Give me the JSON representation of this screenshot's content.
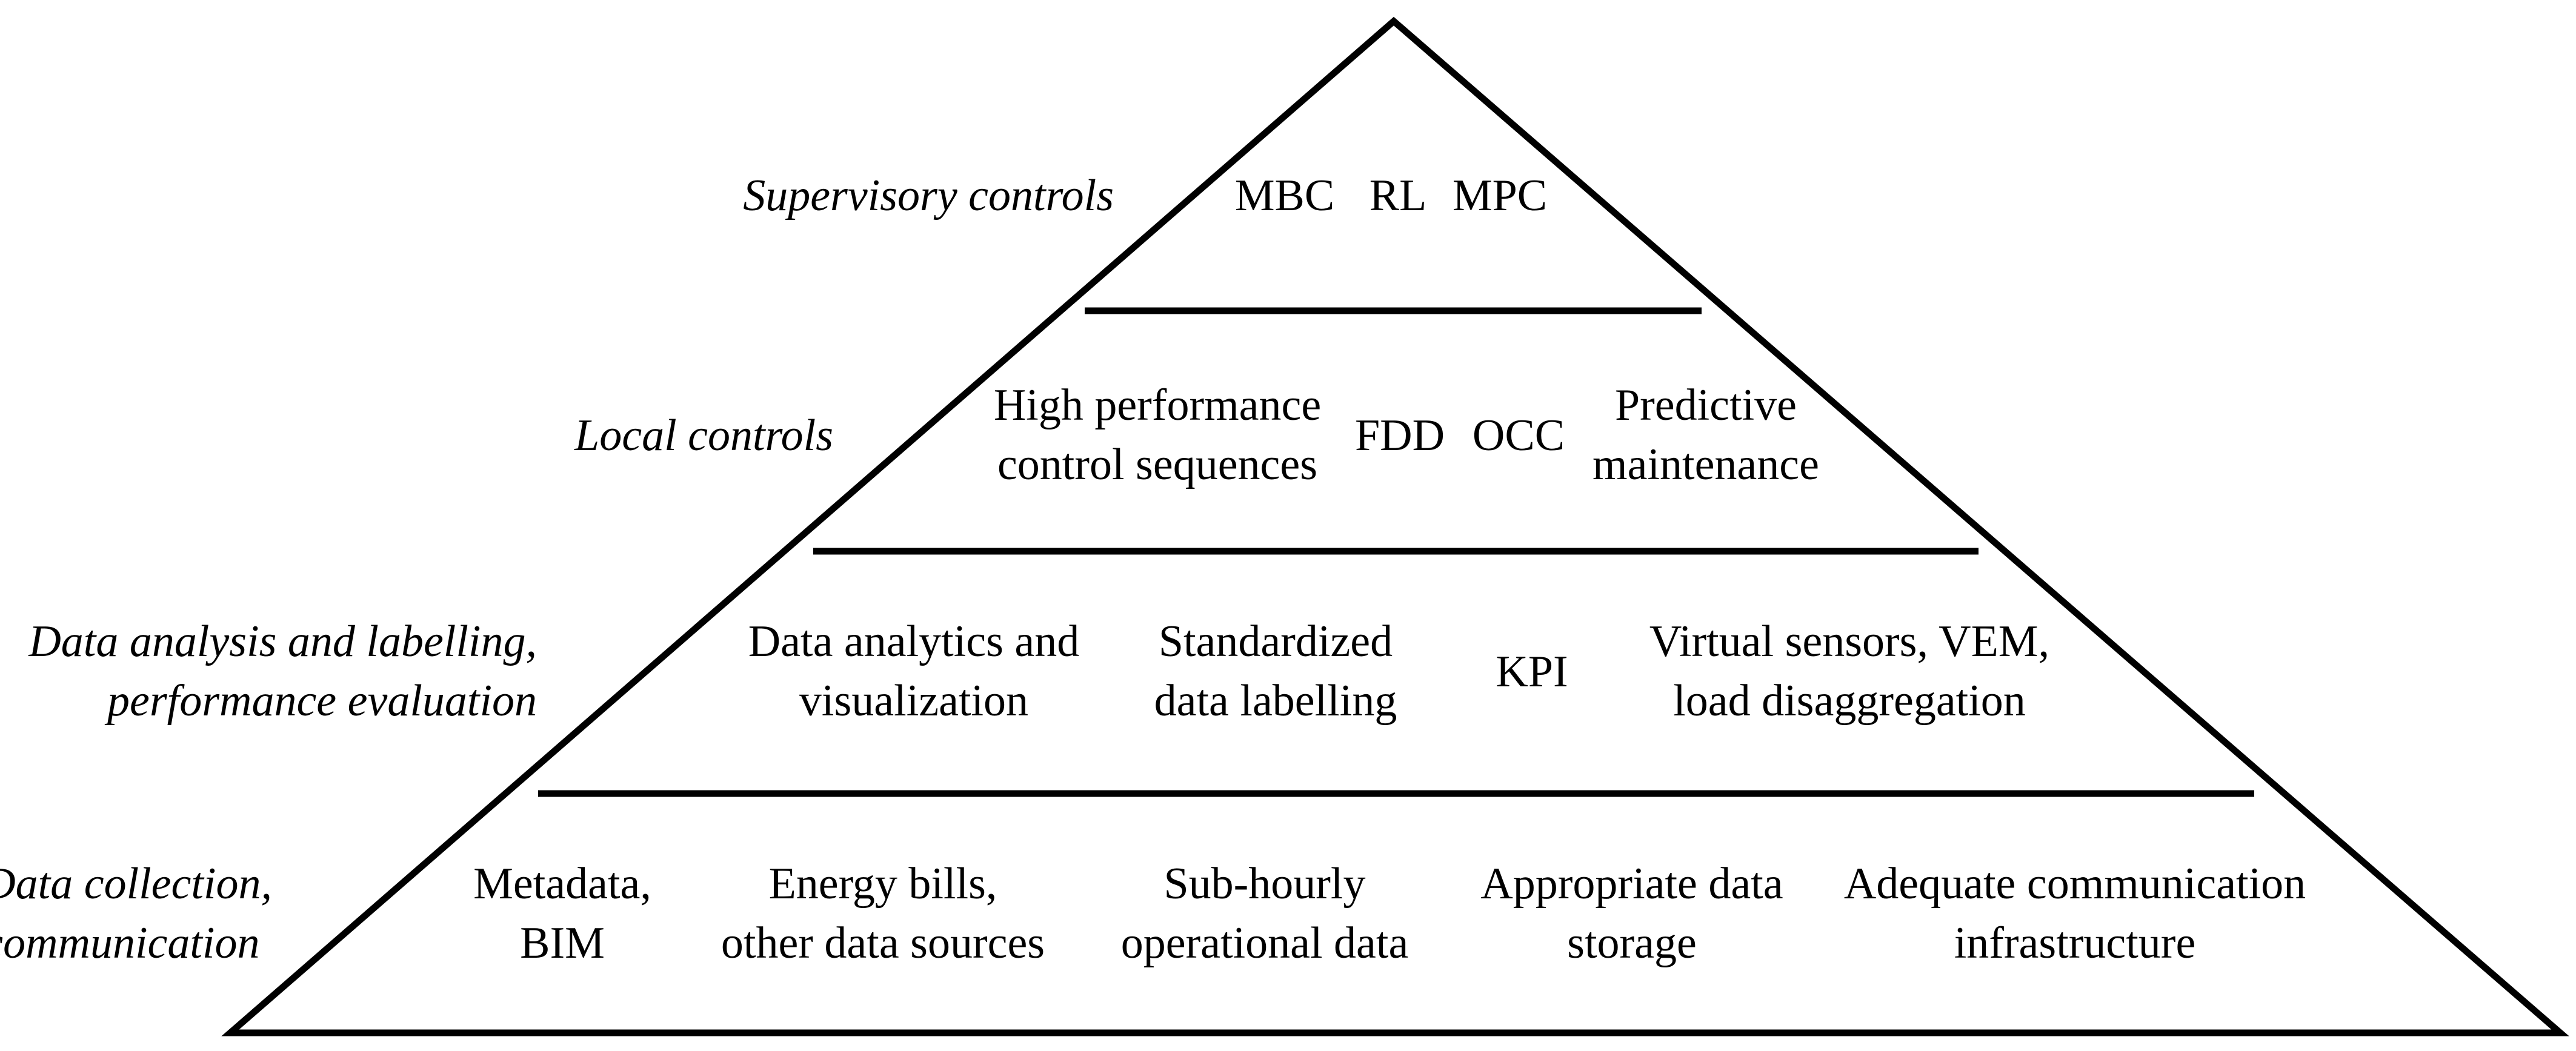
{
  "colors": {
    "line": "#000000",
    "background": "#ffffff",
    "text": "#000000"
  },
  "tiers": [
    {
      "name": "Supervisory controls",
      "items": [
        "MBC",
        "RL",
        "MPC"
      ]
    },
    {
      "name": "Local controls",
      "items": [
        "High performance\ncontrol sequences",
        "FDD",
        "OCC",
        "Predictive\nmaintenance"
      ]
    },
    {
      "name": "Data analysis and labelling,\nperformance evaluation",
      "items": [
        "Data analytics and\nvisualization",
        "Standardized\ndata labelling",
        "KPI",
        "Virtual sensors, VEM,\nload disaggregation"
      ]
    },
    {
      "name": "Data collection,\ncommunication",
      "items": [
        "Metadata,\nBIM",
        "Energy bills,\nother data sources",
        "Sub-hourly\noperational data",
        "Appropriate data\nstorage",
        "Adequate communication\ninfrastructure"
      ]
    }
  ]
}
